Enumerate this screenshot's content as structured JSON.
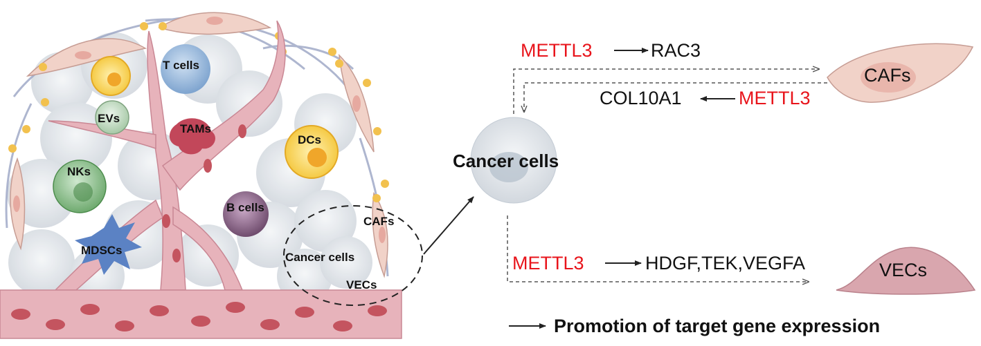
{
  "tme": {
    "labels": {
      "t_cells": "T cells",
      "evs": "EVs",
      "tams": "TAMs",
      "dcs": "DCs",
      "nks": "NKs",
      "b_cells": "B cells",
      "cafs": "CAFs",
      "mdscs": "MDSCs",
      "cancer_cells": "Cancer cells",
      "vecs": "VECs"
    }
  },
  "pathway": {
    "top_source": "METTL3",
    "top_target": "RAC3",
    "caf_label": "CAFs",
    "caf_source": "METTL3",
    "caf_target": "COL10A1",
    "center_label": "Cancer cells",
    "bottom_source": "METTL3",
    "bottom_targets": "HDGF,TEK,VEGFA",
    "vec_label": "VECs"
  },
  "legend": {
    "text": "Promotion of target gene expression"
  },
  "colors": {
    "methyltransferase": "#e8141b",
    "vessel": "#e7b3bb",
    "caf": "#f1d2c8",
    "vec": "#d9a6ae",
    "cancer_cell": "#d6dbe1"
  }
}
